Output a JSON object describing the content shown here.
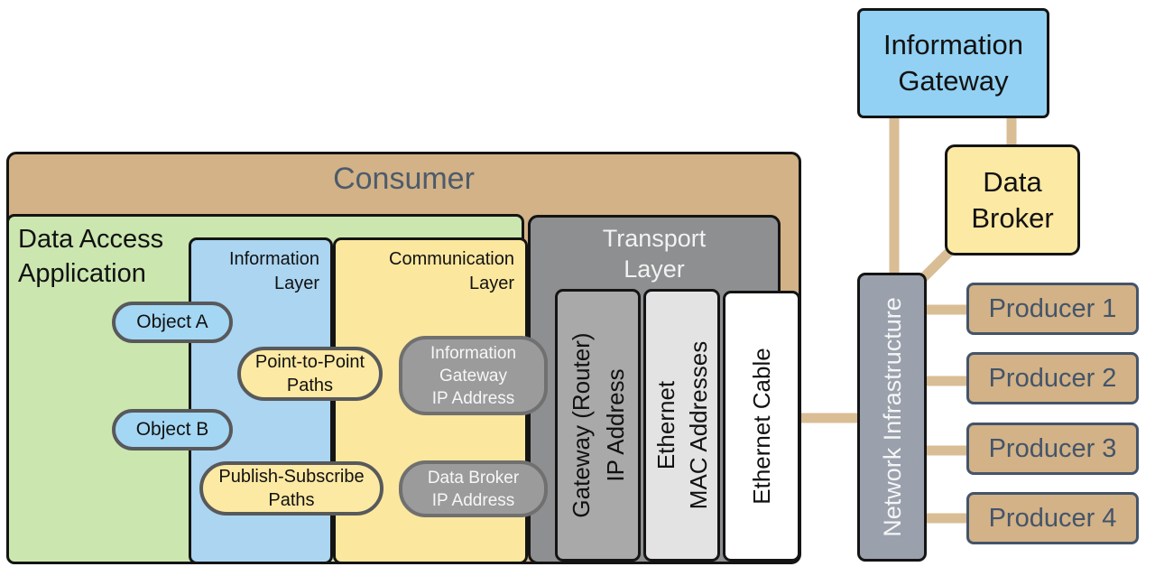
{
  "colors": {
    "tan_fill": "#d2b286",
    "tan_connector": "#d9bd94",
    "green_fill": "#cbe6af",
    "blue_layer_fill": "#abd5f1",
    "blue_node_fill": "#92d1f3",
    "yellow_fill": "#fbe79e",
    "transport_gray": "#8e8f91",
    "gateway_gray": "#a9a9a9",
    "mac_light_gray": "#e3e3e3",
    "ip_pill_gray": "#9b9b9b",
    "network_infra_gray": "#9aa1ad",
    "producer_border_text": "#44546a",
    "consumer_title_text": "#4d5b6b"
  },
  "consumer": {
    "title": "Consumer"
  },
  "data_access": {
    "lines": [
      "Data Access",
      "Application"
    ]
  },
  "info_layer": {
    "lines": [
      "Information",
      "Layer"
    ]
  },
  "comm_layer": {
    "lines": [
      "Communication",
      "Layer"
    ]
  },
  "transport_layer": {
    "lines": [
      "Transport",
      "Layer"
    ]
  },
  "objects": {
    "a": "Object A",
    "b": "Object B"
  },
  "paths": {
    "p2p": [
      "Point-to-Point",
      "Paths"
    ],
    "pubsub": [
      "Publish-Subscribe",
      "Paths"
    ]
  },
  "ip_pills": {
    "info_gateway": [
      "Information",
      "Gateway",
      "IP Address"
    ],
    "data_broker": [
      "Data Broker",
      "IP Address"
    ]
  },
  "vertical_boxes": {
    "gateway_router": [
      "Gateway (Router)",
      "IP Address"
    ],
    "ethernet_mac": [
      "Ethernet",
      "MAC Addresses"
    ],
    "ethernet_cable": "Ethernet Cable"
  },
  "right_column": {
    "information_gateway": [
      "Information",
      "Gateway"
    ],
    "data_broker": [
      "Data",
      "Broker"
    ],
    "network_infrastructure": "Network Infrastructure",
    "producers": [
      "Producer 1",
      "Producer 2",
      "Producer 3",
      "Producer 4"
    ]
  }
}
